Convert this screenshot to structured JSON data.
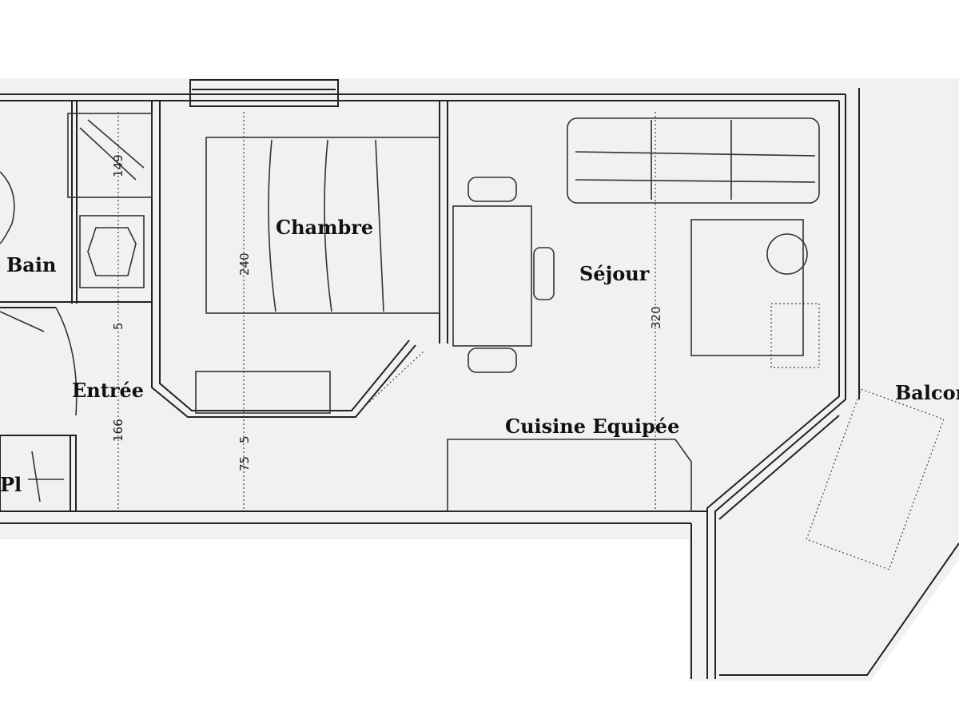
{
  "rooms": {
    "bain": "Bain",
    "chambre": "Chambre",
    "sejour": "Séjour",
    "entree": "Entrée",
    "cuisine": "Cuisine Equipée",
    "balcon": "Balcon",
    "placard": "Pl"
  },
  "dimensions": {
    "shower": "149",
    "chambre_depth": "240",
    "entree_gap": "5",
    "entree_depth": "166",
    "passage": "75",
    "passage_gap": "5",
    "sejour_depth": "320"
  },
  "colors": {
    "paper": "#f1f0f3",
    "ink": "#222222"
  }
}
